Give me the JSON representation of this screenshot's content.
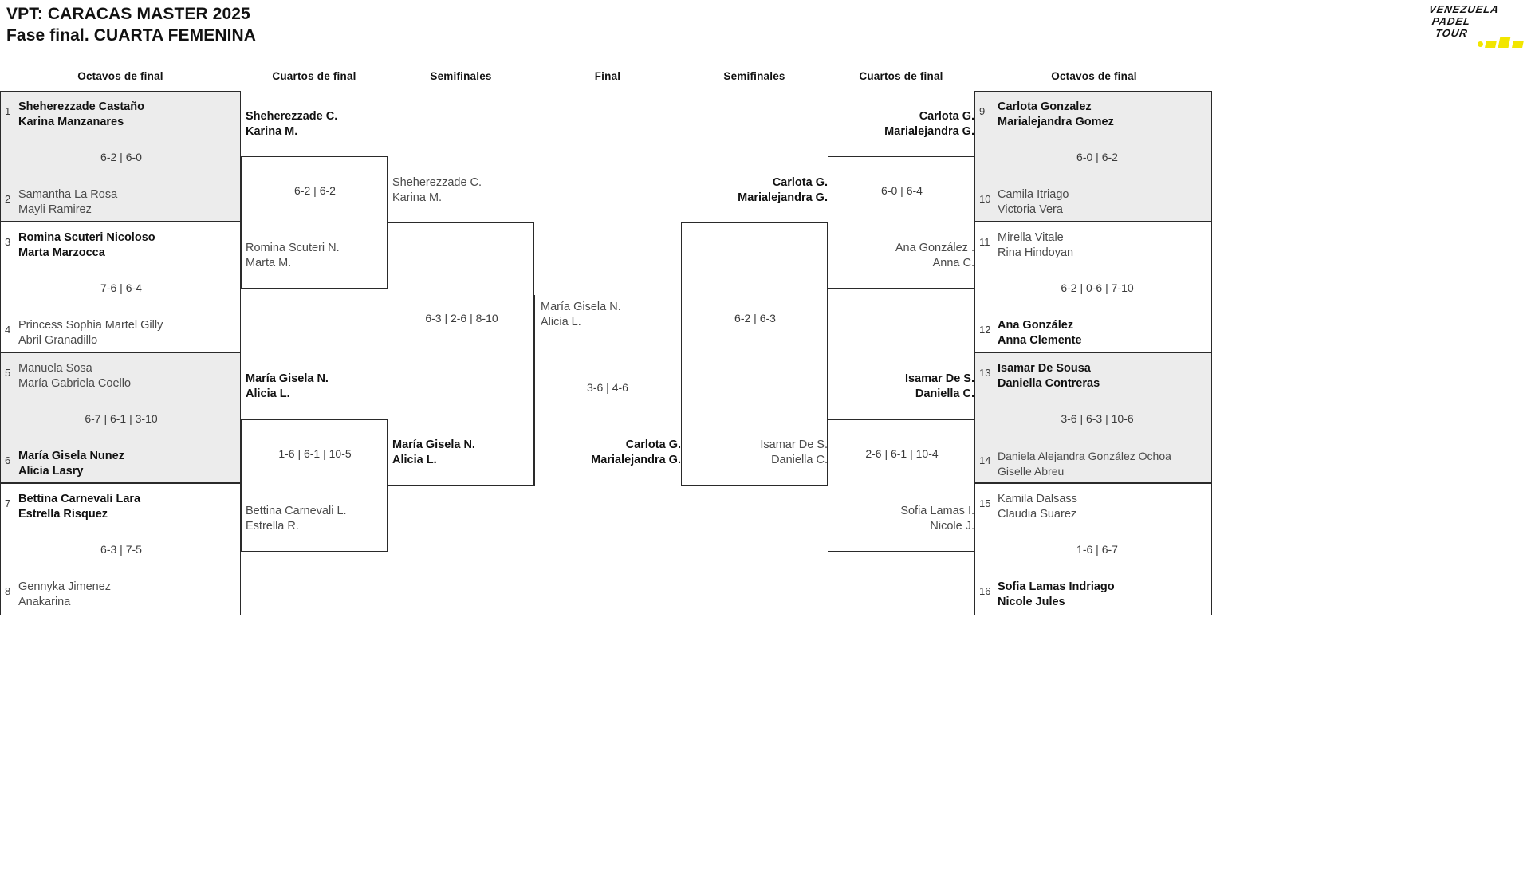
{
  "header": {
    "title_line1": "VPT: CARACAS MASTER 2025",
    "title_line2": "Fase final. CUARTA FEMENINA"
  },
  "logo": {
    "word1": "VENEZUELA",
    "word2": "PADEL",
    "word3": "TOUR",
    "accent_color": "#f2e600",
    "name": "venezuela-padel-tour-logo"
  },
  "round_headings": {
    "left_r16": "Octavos de final",
    "left_qf": "Cuartos de final",
    "left_sf": "Semifinales",
    "final": "Final",
    "right_sf": "Semifinales",
    "right_qf": "Cuartos de final",
    "right_r16": "Octavos de final"
  },
  "colors": {
    "shaded_block": "#ececec",
    "border": "#2a2a2a",
    "winner_text": "#111111",
    "loser_text": "#4a4a4a"
  },
  "chart_data": {
    "type": "bracket",
    "title": "VPT: CARACAS MASTER 2025 — Fase final. CUARTA FEMENINA",
    "rounds": [
      "Octavos de final",
      "Cuartos de final",
      "Semifinales",
      "Final"
    ],
    "size": 16
  },
  "left": {
    "r16": [
      {
        "seed_top": "1",
        "top": {
          "p1": "Sheherezzade Castaño",
          "p2": "Karina Manzanares",
          "winner": true
        },
        "score": "6-2 | 6-0",
        "seed_bottom": "2",
        "bottom": {
          "p1": "Samantha La Rosa",
          "p2": "Mayli Ramirez",
          "winner": false
        }
      },
      {
        "seed_top": "3",
        "top": {
          "p1": "Romina Scuteri Nicoloso",
          "p2": "Marta Marzocca",
          "winner": true
        },
        "score": "7-6 | 6-4",
        "seed_bottom": "4",
        "bottom": {
          "p1": "Princess Sophia Martel Gilly",
          "p2": "Abril Granadillo",
          "winner": false
        }
      },
      {
        "seed_top": "5",
        "top": {
          "p1": "Manuela Sosa",
          "p2": "María Gabriela Coello",
          "winner": false
        },
        "score": "6-7 | 6-1 | 3-10",
        "seed_bottom": "6",
        "bottom": {
          "p1": "María Gisela Nunez",
          "p2": "Alicia Lasry",
          "winner": true
        }
      },
      {
        "seed_top": "7",
        "top": {
          "p1": "Bettina Carnevali Lara",
          "p2": "Estrella Risquez",
          "winner": true
        },
        "score": "6-3 | 7-5",
        "seed_bottom": "8",
        "bottom": {
          "p1": "Gennyka Jimenez",
          "p2": "Anakarina",
          "winner": false
        }
      }
    ],
    "qf": [
      {
        "top": {
          "p1": "Sheherezzade C.",
          "p2": "Karina M.",
          "winner": true
        },
        "score": "6-2 | 6-2",
        "bottom": {
          "p1": "Romina Scuteri N.",
          "p2": "Marta M.",
          "winner": false
        }
      },
      {
        "top": {
          "p1": "María Gisela N.",
          "p2": "Alicia L.",
          "winner": true
        },
        "score": "1-6 | 6-1 | 10-5",
        "bottom": {
          "p1": "Bettina Carnevali L.",
          "p2": "Estrella R.",
          "winner": false
        }
      }
    ],
    "sf": [
      {
        "top": {
          "p1": "Sheherezzade C.",
          "p2": "Karina M.",
          "winner": false
        },
        "score": "6-3 | 2-6 | 8-10",
        "bottom": {
          "p1": "María Gisela N.",
          "p2": "Alicia L.",
          "winner": true
        }
      }
    ]
  },
  "final": {
    "top": {
      "p1": "María Gisela N.",
      "p2": "Alicia L.",
      "winner": false
    },
    "score": "3-6 | 4-6",
    "bottom": {
      "p1": "Carlota G.",
      "p2": "Marialejandra G.",
      "winner": true
    }
  },
  "right": {
    "sf": [
      {
        "top": {
          "p1": "Carlota G.",
          "p2": "Marialejandra G.",
          "winner": true
        },
        "score": "6-2 | 6-3",
        "bottom": {
          "p1": "Isamar De S.",
          "p2": "Daniella C.",
          "winner": false
        }
      }
    ],
    "qf": [
      {
        "top": {
          "p1": "Carlota G.",
          "p2": "Marialejandra G.",
          "winner": true
        },
        "score": "6-0 | 6-4",
        "bottom": {
          "p1": "Ana González .",
          "p2": "Anna C.",
          "winner": false
        }
      },
      {
        "top": {
          "p1": "Isamar De S.",
          "p2": "Daniella C.",
          "winner": true
        },
        "score": "2-6 | 6-1 | 10-4",
        "bottom": {
          "p1": "Sofia Lamas I.",
          "p2": "Nicole J.",
          "winner": false
        }
      }
    ],
    "r16": [
      {
        "seed_top": "9",
        "top": {
          "p1": "Carlota Gonzalez",
          "p2": "Marialejandra Gomez",
          "winner": true
        },
        "score": "6-0 | 6-2",
        "seed_bottom": "10",
        "bottom": {
          "p1": "Camila Itriago",
          "p2": "Victoria Vera",
          "winner": false
        }
      },
      {
        "seed_top": "11",
        "top": {
          "p1": "Mirella Vitale",
          "p2": "Rina Hindoyan",
          "winner": false
        },
        "score": "6-2 | 0-6 | 7-10",
        "seed_bottom": "12",
        "bottom": {
          "p1": "Ana González",
          "p2": "Anna Clemente",
          "winner": true
        }
      },
      {
        "seed_top": "13",
        "top": {
          "p1": "Isamar De Sousa",
          "p2": "Daniella Contreras",
          "winner": true
        },
        "score": "3-6 | 6-3 | 10-6",
        "seed_bottom": "14",
        "bottom": {
          "p1": "Daniela Alejandra González Ochoa",
          "p2": "Giselle Abreu",
          "winner": false
        }
      },
      {
        "seed_top": "15",
        "top": {
          "p1": "Kamila Dalsass",
          "p2": "Claudia Suarez",
          "winner": false
        },
        "score": "1-6 | 6-7",
        "seed_bottom": "16",
        "bottom": {
          "p1": "Sofia Lamas Indriago",
          "p2": "Nicole Jules",
          "winner": true
        }
      }
    ]
  }
}
